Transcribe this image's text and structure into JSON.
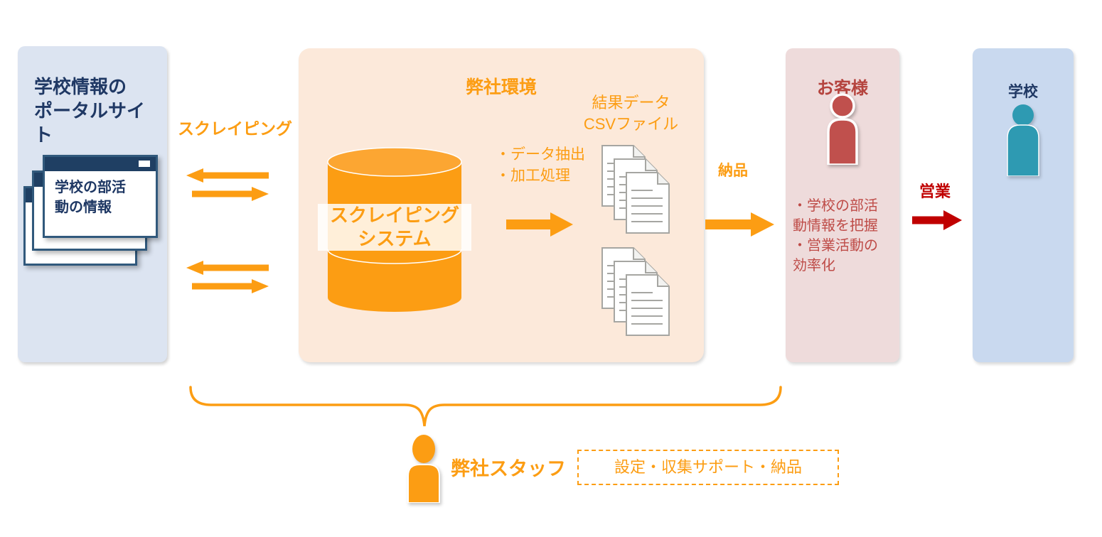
{
  "colors": {
    "orange": "#FC9D13",
    "navy": "#1F3864",
    "portal_bg": "#DCE4F1",
    "company_bg": "#FCE9DA",
    "customer_bg": "#EEDBDB",
    "school_bg": "#C9D9EF",
    "customer_red": "#C0504D",
    "sales_arrow_red": "#C00000",
    "school_teal": "#2E9AB2",
    "document_gray": "#A6A6A2"
  },
  "portal": {
    "title": "学校情報の\nポータルサイ\nト",
    "window_label": "学校の部活\n動の情報"
  },
  "flows": {
    "scraping_label": "スクレイピング",
    "delivery_label": "納品",
    "sales_label": "営業"
  },
  "company": {
    "title": "弊社環境",
    "system_label": "スクレイピング\nシステム",
    "process_steps": [
      "・データ抽出",
      "・加工処理"
    ],
    "output_label": "結果データ\nCSVファイル"
  },
  "customer": {
    "title": "お客様",
    "benefits": [
      "・学校の部活\n動情報を把握",
      "・営業活動の\n効率化"
    ]
  },
  "school": {
    "title": "学校"
  },
  "staff": {
    "label": "弊社スタッフ",
    "tasks_label": "設定・収集サポート・納品"
  }
}
